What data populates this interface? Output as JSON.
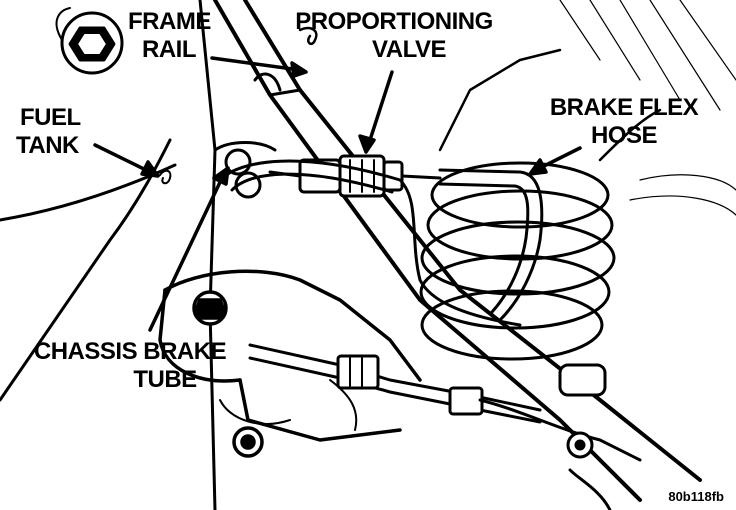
{
  "labels": {
    "frame_rail": {
      "line1": "FRAME",
      "line2": "RAIL"
    },
    "proportioning_valve": {
      "line1": "PROPORTIONING",
      "line2": "VALVE"
    },
    "fuel_tank": {
      "line1": "FUEL",
      "line2": "TANK"
    },
    "brake_flex_hose": {
      "line1": "BRAKE FLEX",
      "line2": "HOSE"
    },
    "chassis_brake_tube": {
      "line1": "CHASSIS BRAKE",
      "line2": "TUBE"
    }
  },
  "figure_id": "80b118fb",
  "colors": {
    "ink": "#000000",
    "paper": "#ffffff"
  }
}
